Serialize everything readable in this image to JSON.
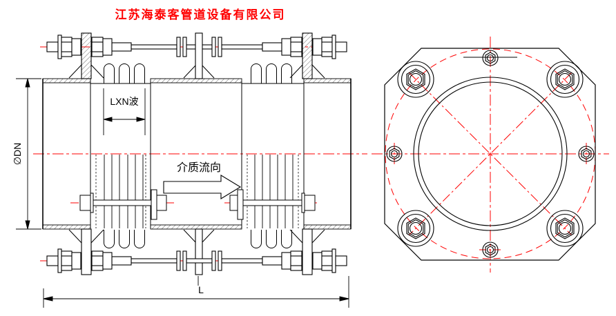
{
  "title": "江苏海泰客管道设备有限公司",
  "colors": {
    "accent_red": "#ff0000",
    "line_black": "#000000",
    "background": "#ffffff"
  },
  "side_view": {
    "dim_bellows_pitch": "LXN波",
    "dim_diameter": "∅DN",
    "flow_label": "介质流向",
    "dim_length": "L"
  }
}
